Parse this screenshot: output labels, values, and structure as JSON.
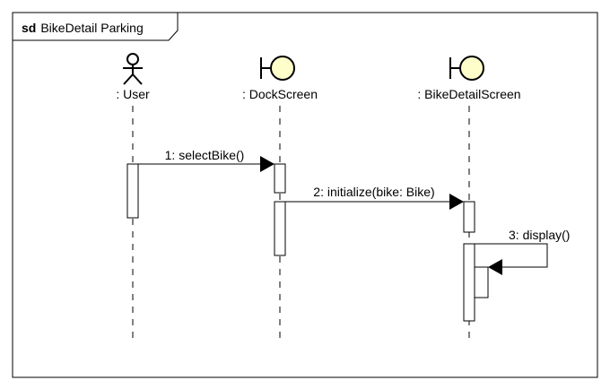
{
  "frame": {
    "keyword": "sd",
    "name": "BikeDetail Parking"
  },
  "participants": [
    {
      "id": "user",
      "label": ": User",
      "kind": "actor"
    },
    {
      "id": "dock",
      "label": ": DockScreen",
      "kind": "boundary"
    },
    {
      "id": "bike",
      "label": ": BikeDetailScreen",
      "kind": "boundary"
    }
  ],
  "messages": [
    {
      "label": "1: selectBike()",
      "from": "user",
      "to": "dock"
    },
    {
      "label": "2: initialize(bike: Bike)",
      "from": "dock",
      "to": "bike"
    },
    {
      "label": "3: display()",
      "from": "bike",
      "to": "bike"
    }
  ],
  "colors": {
    "line": "#000000",
    "boundary_fill": "#fefecb",
    "activation_fill": "#ffffff"
  }
}
